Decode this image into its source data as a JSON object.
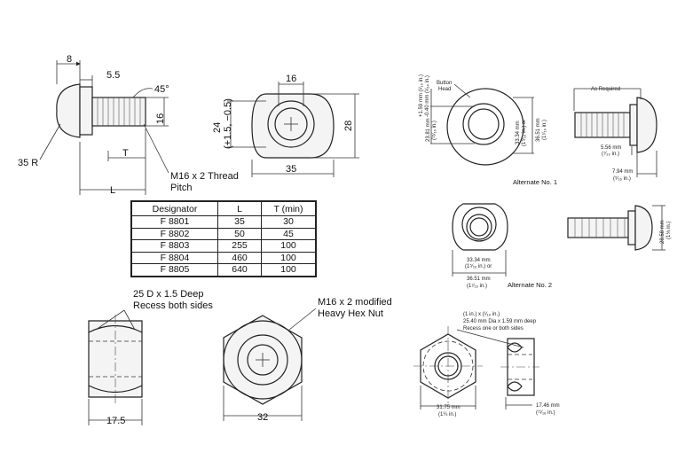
{
  "left_bolt": {
    "dim_head": "8",
    "dim_shoulder": "5.5",
    "angle": "45°",
    "dim_dia": "16",
    "radius": "35 R",
    "dim_T": "T",
    "dim_L": "L",
    "thread_line1": "M16 x 2 Thread",
    "thread_line2": "Pitch"
  },
  "left_washer": {
    "dim_top": "16",
    "dim_left_line1": "24",
    "dim_left_line2": "(+1.5, −0.5)",
    "dim_right": "28",
    "dim_bottom": "35"
  },
  "table": {
    "headers": [
      "Designator",
      "L",
      "T (min)"
    ],
    "rows": [
      [
        "F 8801",
        "35",
        "30"
      ],
      [
        "F 8802",
        "50",
        "45"
      ],
      [
        "F 8803",
        "255",
        "100"
      ],
      [
        "F 8804",
        "460",
        "100"
      ],
      [
        "F 8805",
        "640",
        "100"
      ]
    ]
  },
  "left_nut_side": {
    "note_line1": "25 D x 1.5 Deep",
    "note_line2": "Recess both sides",
    "dim_width": "17.5"
  },
  "left_nut_front": {
    "note_line1": "M16 x 2 modified",
    "note_line2": "Heavy Hex Nut",
    "dim_width": "32"
  },
  "alt1": {
    "tol_line1": "+1.59 mm (¹⁄₁₆ in.)",
    "tol_line2": "-0.40 mm (¹⁄₆₄ in.)",
    "button_head_line1": "Button",
    "button_head_line2": "Head",
    "dim_inner_line1": "23.81 mm",
    "dim_inner_line2": "(¹⁵⁄₁₆ in.)",
    "dim_outer_a_line1": "33.34 mm",
    "dim_outer_a_line2": "(1⁵⁄₁₆ in.) or",
    "dim_outer_b_line1": "36.51 mm",
    "dim_outer_b_line2": "(1⁷⁄₁₆ in.)",
    "as_required": "As Required",
    "dim_shoulder_line1": "5.56 mm",
    "dim_shoulder_line2": "(⁷⁄₃₂ in.)",
    "dim_head_line1": "7.94 mm",
    "dim_head_line2": "(⁵⁄₁₆ in.)",
    "caption": "Alternate No. 1"
  },
  "alt2": {
    "dim_a_line1": "33.34 mm",
    "dim_a_line2": "(1⁵⁄₁₆ in.) or",
    "dim_b_line1": "36.51 mm",
    "dim_b_line2": "(1⁷⁄₁₆ in.)",
    "dim_head_line1": "28.58 mm",
    "dim_head_line2": "(1⅛ in.)",
    "caption": "Alternate No. 2"
  },
  "alt_nut": {
    "note_line1": "(1 in.) x (¹⁄₁₆ in.)",
    "note_line2": "25.40 mm Dia x 1.59 mm deep",
    "note_line3": "Recess one or both sides",
    "dim_front_line1": "31.75 mm",
    "dim_front_line2": "(1¼ in.)",
    "dim_side_line1": "17.46 mm",
    "dim_side_line2": "(¹¹⁄₁₆ in.)"
  }
}
